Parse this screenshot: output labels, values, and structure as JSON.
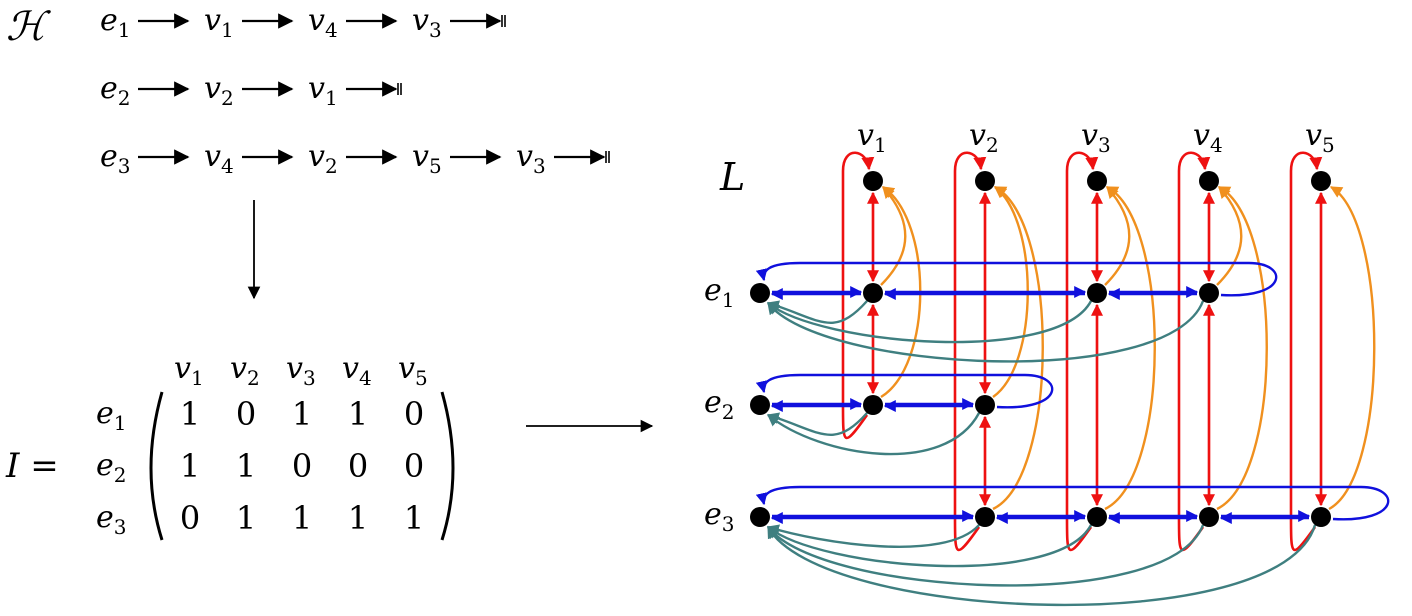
{
  "hypergraph": {
    "symbol": "ℋ",
    "sequences": [
      {
        "edge": "e",
        "edge_sub": "1",
        "nodes": [
          [
            "v",
            "1"
          ],
          [
            "v",
            "4"
          ],
          [
            "v",
            "3"
          ]
        ]
      },
      {
        "edge": "e",
        "edge_sub": "2",
        "nodes": [
          [
            "v",
            "2"
          ],
          [
            "v",
            "1"
          ]
        ]
      },
      {
        "edge": "e",
        "edge_sub": "3",
        "nodes": [
          [
            "v",
            "4"
          ],
          [
            "v",
            "2"
          ],
          [
            "v",
            "5"
          ],
          [
            "v",
            "3"
          ]
        ]
      }
    ]
  },
  "incidence": {
    "lhs": "I =",
    "columns": [
      [
        "v",
        "1"
      ],
      [
        "v",
        "2"
      ],
      [
        "v",
        "3"
      ],
      [
        "v",
        "4"
      ],
      [
        "v",
        "5"
      ]
    ],
    "rows": [
      [
        "e",
        "1"
      ],
      [
        "e",
        "2"
      ],
      [
        "e",
        "3"
      ]
    ],
    "values": [
      [
        "1",
        "0",
        "1",
        "1",
        "0"
      ],
      [
        "1",
        "1",
        "0",
        "0",
        "0"
      ],
      [
        "0",
        "1",
        "1",
        "1",
        "1"
      ]
    ]
  },
  "line_graph": {
    "symbol": "L",
    "vertex_labels": [
      [
        "v",
        "1"
      ],
      [
        "v",
        "2"
      ],
      [
        "v",
        "3"
      ],
      [
        "v",
        "4"
      ],
      [
        "v",
        "5"
      ]
    ],
    "edge_labels": [
      [
        "e",
        "1"
      ],
      [
        "e",
        "2"
      ],
      [
        "e",
        "3"
      ]
    ]
  },
  "colors": {
    "red": "#ee1111",
    "orange": "#f0901e",
    "blue": "#1010dd",
    "teal": "#3f7f80",
    "black": "#000000"
  }
}
